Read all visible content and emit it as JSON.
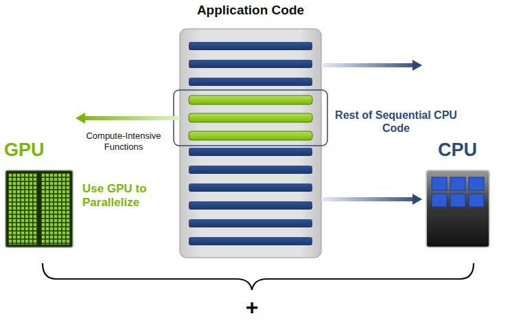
{
  "diagram": {
    "title": "Application Code",
    "nodes": [
      {
        "text": [
          "Application Code"
        ]
      },
      {
        "text": [
          "GPU"
        ]
      },
      {
        "text": [
          "CPU"
        ]
      }
    ],
    "edges": [
      {
        "from": 0,
        "to": 1,
        "arrow": "to",
        "label": "Compute-Intensive Functions"
      },
      {
        "from": 0,
        "to": 2,
        "arrow": "to"
      },
      {
        "from": 0,
        "to": 2,
        "arrow": "to"
      }
    ],
    "labels": [
      "Rest of Sequential CPU Code",
      "Use GPU to Parallelize",
      "+"
    ]
  }
}
